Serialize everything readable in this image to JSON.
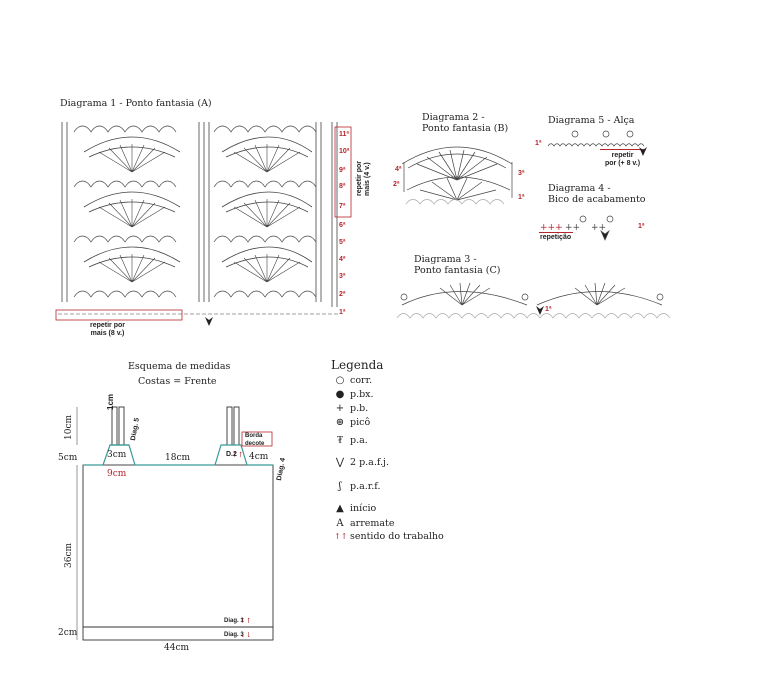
{
  "diagram1": {
    "title": "Diagrama 1 - Ponto fantasia (A)",
    "repeat_bottom": "repetir por\nmais (8 v.)",
    "repeat_side": "repetir por\nmais (4 v.)",
    "rows": [
      "11ª",
      "10ª",
      "9ª",
      "8ª",
      "7ª",
      "6ª",
      "5ª",
      "4ª",
      "3ª",
      "2ª",
      "1ª"
    ]
  },
  "diagram2": {
    "title": "Diagrama 2 -\nPonto fantasia (B)",
    "row_labels": [
      "4ª",
      "3ª",
      "2ª",
      "1ª"
    ]
  },
  "diagram5": {
    "title": "Diagrama 5 - Alça",
    "row_label": "1ª",
    "repeat": "repetir\npor (+ 8 v.)"
  },
  "diagram4": {
    "title": "Diagrama 4 -\nBico de acabamento",
    "repeat": "repetição",
    "row_label": "1ª"
  },
  "diagram3": {
    "title": "Diagrama 3 -\nPonto fantasia (C)",
    "row_label": "1ª"
  },
  "schema": {
    "title": "Esquema de medidas",
    "subtitle": "Costas = Frente",
    "strap_width": "1cm",
    "strap_height": "10cm",
    "diag5": "Diag. 5",
    "top_left": "5cm",
    "cm3": "3cm",
    "cm18": "18cm",
    "d2": "D.2",
    "cm4": "4cm",
    "borda": "Borda\ndecote",
    "diag4": "Diag. 4",
    "cm9": "9cm",
    "cm36": "36cm",
    "cm2": "2cm",
    "cm44": "44cm",
    "diag1": "Diag. 1",
    "diag3": "Diag. 3"
  },
  "legend": {
    "title": "Legenda",
    "items": [
      {
        "icon": "chain-icon",
        "glyph": "○",
        "label": "corr."
      },
      {
        "icon": "slip-stitch-icon",
        "glyph": "●",
        "label": "p.bx."
      },
      {
        "icon": "single-crochet-icon",
        "glyph": "+",
        "label": "p.b."
      },
      {
        "icon": "picot-icon",
        "glyph": "⊛",
        "label": "picô"
      },
      {
        "icon": "double-crochet-icon",
        "glyph": "₮",
        "label": "p.a."
      },
      {
        "icon": "two-dc-together-icon",
        "glyph": "⋁",
        "label": "2 p.a.f.j."
      },
      {
        "icon": "front-post-dc-icon",
        "glyph": "ʃ",
        "label": "p.a.r.f."
      },
      {
        "icon": "start-arrow-icon",
        "glyph": "▲",
        "label": "início"
      },
      {
        "icon": "finish-arrow-icon",
        "glyph": "A",
        "label": "arremate"
      },
      {
        "icon": "direction-arrows-icon",
        "glyph": "↑↑",
        "label": "sentido do trabalho"
      }
    ]
  },
  "colors": {
    "accent_red": "#b5252b",
    "teal": "#3a9a9a",
    "line": "#333333"
  }
}
